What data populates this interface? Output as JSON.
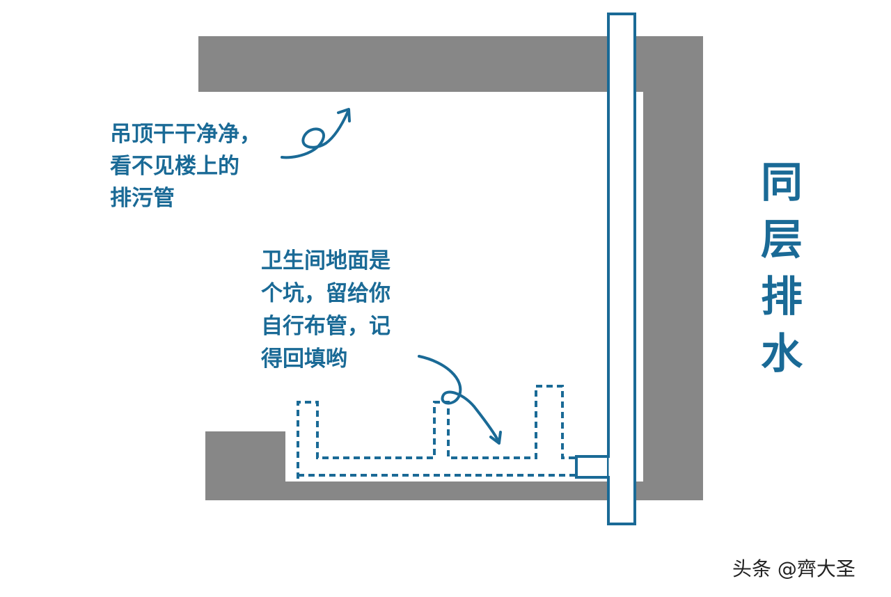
{
  "colors": {
    "wall": "#878787",
    "accent": "#1a6a96",
    "background": "#ffffff",
    "watermark": "#222222"
  },
  "annotations": {
    "ceiling_note": "吊顶干干净净，\n看不见楼上的\n排污管",
    "floor_note": "卫生间地面是\n个坑，留给你\n自行布管，记\n得回填哟"
  },
  "side_title": [
    "同",
    "层",
    "排",
    "水"
  ],
  "watermark": "头条 @齊大圣"
}
